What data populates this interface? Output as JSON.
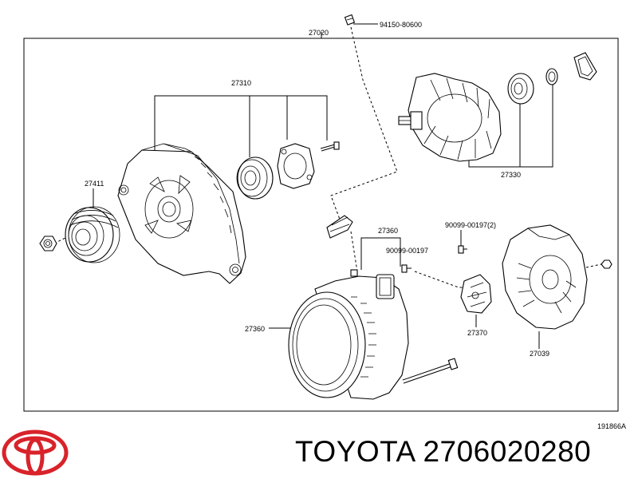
{
  "diagram": {
    "labels": {
      "assembly": "27020",
      "screw_top": "94150-80600",
      "frame_assembly": "27310",
      "pulley": "27411",
      "rotor": "27330",
      "stator_upper": "27360",
      "bolt_a": "90099-00197(2)",
      "bolt_b": "90099-00197",
      "stator_lower": "27360",
      "regulator": "27370",
      "rear_cover": "27039"
    },
    "illustration_code": "191866A"
  },
  "footer": {
    "brand": "TOYOTA",
    "part_number": "2706020280"
  },
  "colors": {
    "logo": "#d8232a",
    "line": "#000000"
  }
}
